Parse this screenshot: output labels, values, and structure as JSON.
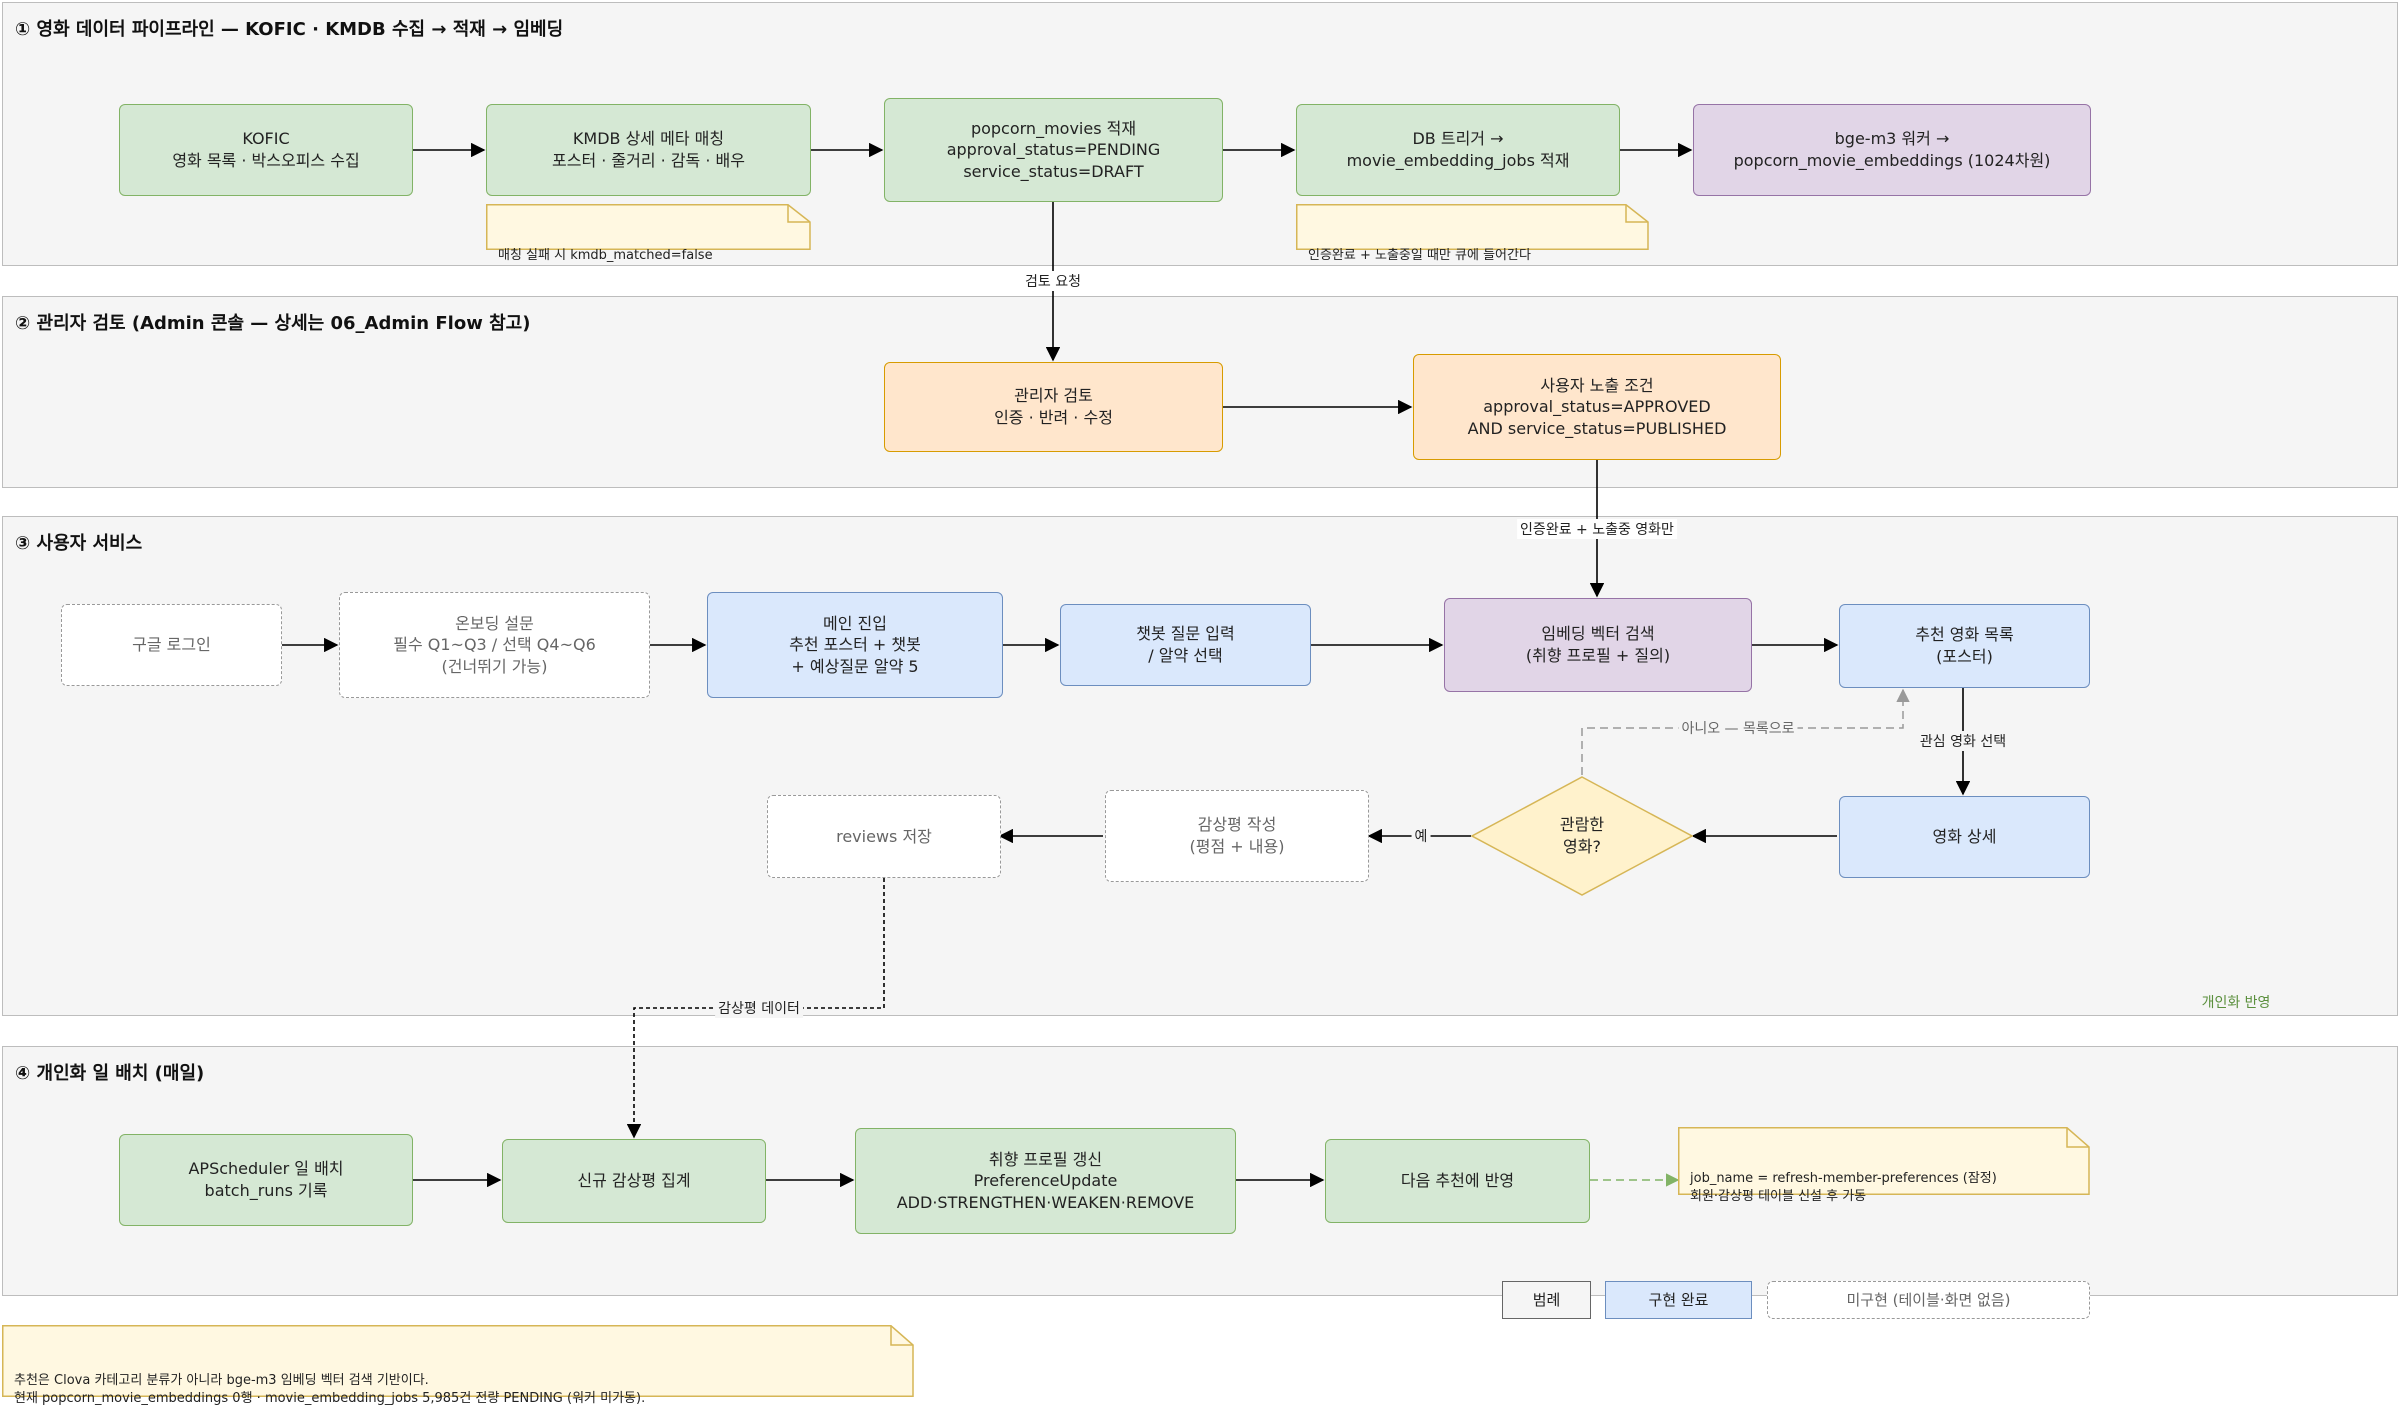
{
  "lanes": {
    "data": "① 영화 데이터 파이프라인 — KOFIC · KMDB 수집 → 적재 → 임베딩",
    "admin": "② 관리자 검토 (Admin 콘솔 — 상세는 06_Admin Flow 참고)",
    "user": "③ 사용자 서비스",
    "batch": "④ 개인화 일 배치 (매일)"
  },
  "nodes": {
    "kofic": "KOFIC\n영화 목록 · 박스오피스 수집",
    "kmdb": "KMDB 상세 메타 매칭\n포스터 · 줄거리 · 감독 · 배우",
    "popcorn": "popcorn_movies 적재\napproval_status=PENDING\nservice_status=DRAFT",
    "trigger": "DB 트리거 →\nmovie_embedding_jobs 적재",
    "worker": "bge-m3 워커 →\npopcorn_movie_embeddings (1024차원)",
    "review": "관리자 검토\n인증 · 반려 · 수정",
    "expose": "사용자 노출 조건\napproval_status=APPROVED\nAND service_status=PUBLISHED",
    "login": "구글 로그인",
    "onboard": "온보딩 설문\n필수 Q1~Q3 / 선택 Q4~Q6\n(건너뛰기 가능)",
    "main": "메인 진입\n추천 포스터 + 챗봇\n+ 예상질문 알약 5",
    "chat": "챗봇 질문 입력\n/ 알약 선택",
    "search": "임베딩 벡터 검색\n(취향 프로필 + 질의)",
    "list": "추천 영화 목록\n(포스터)",
    "detail": "영화 상세",
    "watched": "관람한\n영화?",
    "write": "감상평 작성\n(평점 + 내용)",
    "reviews": "reviews 저장",
    "sched": "APScheduler 일 배치\nbatch_runs 기록",
    "aggregate": "신규 감상평 집계",
    "profile": "취향 프로필 갱신\nPreferenceUpdate\nADD·STRENGTHEN·WEAKEN·REMOVE",
    "next": "다음 추천에 반영"
  },
  "notes": {
    "kmdb": "매칭 실패 시 kmdb_matched=false",
    "queue": "인증완료 + 노출중일 때만 큐에 들어간다",
    "job": "job_name = refresh-member-preferences (잠정)\n회원·감상평 테이블 신설 후 가동",
    "footer": "추천은 Clova 카테고리 분류가 아니라 bge-m3 임베딩 벡터 검색 기반이다.\n현재 popcorn_movie_embeddings 0행 · movie_embedding_jobs 5,985건 전량 PENDING (워커 미가동)."
  },
  "edge_labels": {
    "review_request": "검토 요청",
    "approved_only": "인증완료 + 노출중 영화만",
    "no_back": "아니오 — 목록으로",
    "select_movie": "관심 영화 선택",
    "yes": "예",
    "review_data": "감상평 데이터",
    "personalize": "개인화 반영"
  },
  "legend": {
    "title": "범례",
    "done": "구현 완료",
    "todo": "미구현 (테이블·화면 없음)"
  },
  "colors": {
    "green_fill": "#d5e8d4",
    "purple_fill": "#e1d5e7",
    "orange_fill": "#ffe6cc",
    "blue_fill": "#dae8fc",
    "note_fill": "#fff8e1",
    "personalize_edge": "#82b366"
  }
}
